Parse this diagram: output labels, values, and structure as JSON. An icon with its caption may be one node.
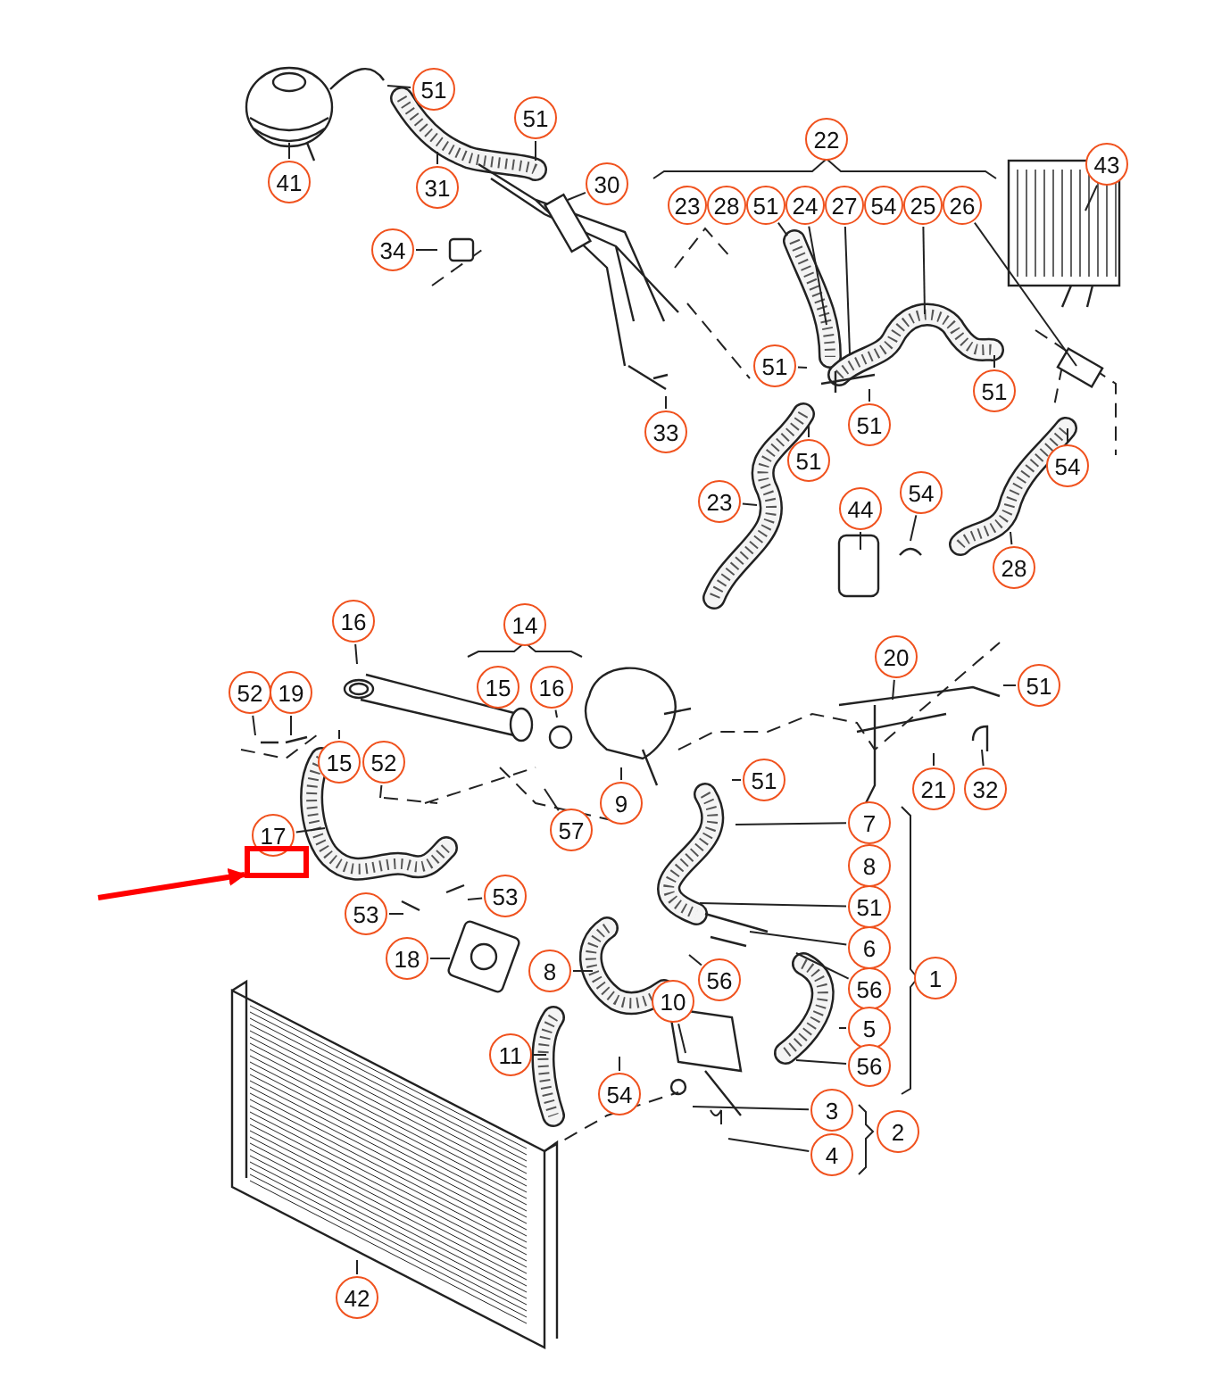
{
  "diagram": {
    "nodes": [
      {
        "text": [
          "51"
        ]
      },
      {
        "text": [
          "22"
        ]
      },
      {
        "text": [
          "51"
        ]
      },
      {
        "text": [
          "43"
        ]
      },
      {
        "text": [
          "41"
        ]
      },
      {
        "text": [
          "31"
        ]
      },
      {
        "text": [
          "30"
        ]
      },
      {
        "text": [
          "23"
        ]
      },
      {
        "text": [
          "28"
        ]
      },
      {
        "text": [
          "51"
        ]
      },
      {
        "text": [
          "24"
        ]
      },
      {
        "text": [
          "27"
        ]
      },
      {
        "text": [
          "54"
        ]
      },
      {
        "text": [
          "25"
        ]
      },
      {
        "text": [
          "26"
        ]
      },
      {
        "text": [
          "34"
        ]
      },
      {
        "text": [
          "51"
        ]
      },
      {
        "text": [
          "51"
        ]
      },
      {
        "text": [
          "51"
        ]
      },
      {
        "text": [
          "33"
        ]
      },
      {
        "text": [
          "51"
        ]
      },
      {
        "text": [
          "54"
        ]
      },
      {
        "text": [
          "23"
        ]
      },
      {
        "text": [
          "44"
        ]
      },
      {
        "text": [
          "54"
        ]
      },
      {
        "text": [
          "28"
        ]
      },
      {
        "text": [
          "16"
        ]
      },
      {
        "text": [
          "14"
        ]
      },
      {
        "text": [
          "20"
        ]
      },
      {
        "text": [
          "51"
        ]
      },
      {
        "text": [
          "15"
        ]
      },
      {
        "text": [
          "16"
        ]
      },
      {
        "text": [
          "52"
        ]
      },
      {
        "text": [
          "19"
        ]
      },
      {
        "text": [
          "15"
        ]
      },
      {
        "text": [
          "52"
        ]
      },
      {
        "text": [
          "51"
        ]
      },
      {
        "text": [
          "21"
        ]
      },
      {
        "text": [
          "32"
        ]
      },
      {
        "text": [
          "9"
        ]
      },
      {
        "text": [
          "57"
        ]
      },
      {
        "text": [
          "7"
        ]
      },
      {
        "text": [
          "17"
        ]
      },
      {
        "text": [],
        "shape": "box"
      },
      {
        "text": [
          "8"
        ]
      },
      {
        "text": [
          "51"
        ]
      },
      {
        "text": [
          "53"
        ]
      },
      {
        "text": [
          "53"
        ]
      },
      {
        "text": [
          "6"
        ]
      },
      {
        "text": [
          "18"
        ]
      },
      {
        "text": [
          "56"
        ]
      },
      {
        "text": [
          "1"
        ]
      },
      {
        "text": [
          "8"
        ]
      },
      {
        "text": [
          "56"
        ]
      },
      {
        "text": [
          "10"
        ]
      },
      {
        "text": [
          "5"
        ]
      },
      {
        "text": [
          "56"
        ]
      },
      {
        "text": [
          "11"
        ]
      },
      {
        "text": [
          "3"
        ]
      },
      {
        "text": [
          "2"
        ]
      },
      {
        "text": [
          "54"
        ]
      },
      {
        "text": [
          "4"
        ]
      },
      {
        "text": [
          "42"
        ]
      }
    ],
    "edges": [
      {
        "from": 0,
        "to": null,
        "arrow": "none"
      },
      {
        "from": 2,
        "to": null,
        "arrow": "none"
      },
      {
        "from": 3,
        "to": null,
        "arrow": "none"
      },
      {
        "from": 4,
        "to": null,
        "arrow": "none"
      },
      {
        "from": 5,
        "to": null,
        "arrow": "none"
      },
      {
        "from": 6,
        "to": null,
        "arrow": "none"
      },
      {
        "from": 9,
        "to": null,
        "arrow": "none"
      },
      {
        "from": 10,
        "to": null,
        "arrow": "none"
      },
      {
        "from": 11,
        "to": null,
        "arrow": "none"
      },
      {
        "from": 13,
        "to": null,
        "arrow": "none"
      },
      {
        "from": 14,
        "to": null,
        "arrow": "none"
      },
      {
        "from": 15,
        "to": null,
        "arrow": "none"
      },
      {
        "from": 16,
        "to": null,
        "arrow": "none"
      },
      {
        "from": 17,
        "to": null,
        "arrow": "none"
      },
      {
        "from": 18,
        "to": null,
        "arrow": "none"
      },
      {
        "from": 19,
        "to": null,
        "arrow": "none"
      },
      {
        "from": 20,
        "to": null,
        "arrow": "none"
      },
      {
        "from": 21,
        "to": null,
        "arrow": "none"
      },
      {
        "from": 22,
        "to": null,
        "arrow": "none"
      },
      {
        "from": 23,
        "to": null,
        "arrow": "none"
      },
      {
        "from": 24,
        "to": null,
        "arrow": "none"
      },
      {
        "from": 25,
        "to": null,
        "arrow": "none"
      },
      {
        "from": 26,
        "to": null,
        "arrow": "none"
      },
      {
        "from": 28,
        "to": null,
        "arrow": "none"
      },
      {
        "from": 29,
        "to": null,
        "arrow": "none"
      },
      {
        "from": 31,
        "to": null,
        "arrow": "none"
      },
      {
        "from": 32,
        "to": null,
        "arrow": "none"
      },
      {
        "from": 33,
        "to": null,
        "arrow": "none"
      },
      {
        "from": 34,
        "to": null,
        "arrow": "none"
      },
      {
        "from": 35,
        "to": null,
        "arrow": "none"
      },
      {
        "from": 36,
        "to": null,
        "arrow": "none"
      },
      {
        "from": 37,
        "to": null,
        "arrow": "none"
      },
      {
        "from": 38,
        "to": null,
        "arrow": "none"
      },
      {
        "from": 39,
        "to": null,
        "arrow": "none"
      },
      {
        "from": 40,
        "to": null,
        "arrow": "none"
      },
      {
        "from": 41,
        "to": null,
        "arrow": "none"
      },
      {
        "from": 42,
        "to": null,
        "arrow": "none"
      },
      {
        "from": 45,
        "to": null,
        "arrow": "none"
      },
      {
        "from": 46,
        "to": null,
        "arrow": "none"
      },
      {
        "from": 47,
        "to": null,
        "arrow": "none"
      },
      {
        "from": 48,
        "to": null,
        "arrow": "none"
      },
      {
        "from": 49,
        "to": null,
        "arrow": "none"
      },
      {
        "from": 50,
        "to": null,
        "arrow": "none"
      },
      {
        "from": 52,
        "to": null,
        "arrow": "none"
      },
      {
        "from": 53,
        "to": null,
        "arrow": "none"
      },
      {
        "from": 54,
        "to": null,
        "arrow": "none"
      },
      {
        "from": 55,
        "to": null,
        "arrow": "none"
      },
      {
        "from": 56,
        "to": null,
        "arrow": "none"
      },
      {
        "from": 57,
        "to": null,
        "arrow": "none"
      },
      {
        "from": 58,
        "to": null,
        "arrow": "none"
      },
      {
        "from": 60,
        "to": null,
        "arrow": "none"
      },
      {
        "from": 61,
        "to": null,
        "arrow": "none"
      },
      {
        "from": 62,
        "to": null,
        "arrow": "none"
      },
      {
        "from": null,
        "to": 43,
        "arrow": "to",
        "style": "thick",
        "color": "#ff0000"
      }
    ]
  }
}
